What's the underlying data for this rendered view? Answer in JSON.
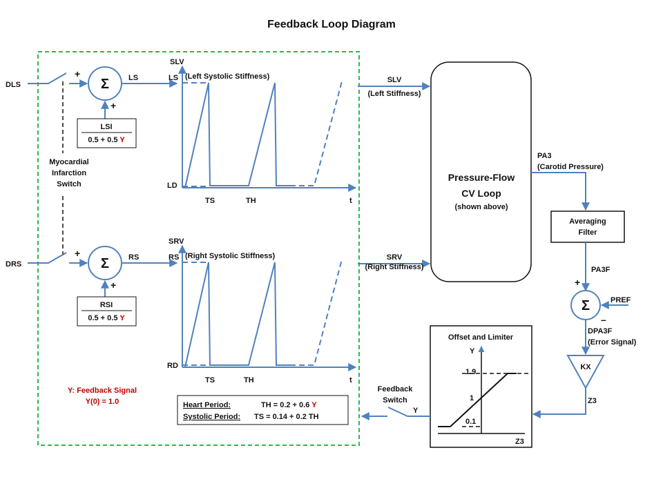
{
  "title": "Feedback Loop Diagram",
  "colors": {
    "line": "#4f81bd",
    "boundary": "#2db84a",
    "highlight": "#c00000"
  },
  "inputs": {
    "dls": "DLS",
    "drs": "DRS",
    "pref": "PREF"
  },
  "sum_symbol": "Σ",
  "plus": "+",
  "minus": "–",
  "left_branch": {
    "output_label": "LS",
    "gain_numerator": "LSI",
    "gain_denom_prefix": "0.5 + 0.5 ",
    "gain_denom_var": "Y"
  },
  "right_branch": {
    "output_label": "RS",
    "gain_numerator": "RSI",
    "gain_denom_prefix": "0.5 + 0.5 ",
    "gain_denom_var": "Y"
  },
  "switch_label": [
    "Myocardial",
    "Infarction",
    "Switch"
  ],
  "left_plot": {
    "y_axis": "SLV",
    "top_level": "LS",
    "top_caption": "(Left Systolic Stiffness)",
    "bottom_level": "LD",
    "x_ticks": [
      "TS",
      "TH"
    ],
    "x_axis": "t"
  },
  "right_plot": {
    "y_axis": "SRV",
    "top_level": "RS",
    "top_caption": "(Right Systolic Stiffness)",
    "bottom_level": "RD",
    "x_ticks": [
      "TS",
      "TH"
    ],
    "x_axis": "t"
  },
  "feedback_note": {
    "line1": "Y: Feedback Signal",
    "line2": "Y(0) = 1.0"
  },
  "period_box": {
    "heart_label": "Heart Period:",
    "heart_eq_prefix": "TH = 0.2 + 0.6 ",
    "heart_eq_var": "Y",
    "systolic_label": "Systolic Period:",
    "systolic_eq": "TS = 0.14 + 0.2 TH"
  },
  "slv_link": {
    "name": "SLV",
    "desc": "(Left Stiffness)"
  },
  "srv_link": {
    "name": "SRV",
    "desc": "(Right Stiffness)"
  },
  "cv_loop": {
    "line1": "Pressure-Flow",
    "line2": "CV Loop",
    "line3": "(shown above)"
  },
  "pa3": {
    "name": "PA3",
    "desc": "(Carotid Pressure)"
  },
  "filter": {
    "line1": "Averaging",
    "line2": "Filter"
  },
  "pa3f": "PA3F",
  "dpa3f": {
    "name": "DPA3F",
    "desc": "(Error Signal)"
  },
  "gain_kx": "KX",
  "z3": "Z3",
  "limiter": {
    "title": "Offset and Limiter",
    "y_axis": "Y",
    "x_axis": "Z3",
    "levels": [
      "1.9",
      "1",
      "0.1"
    ]
  },
  "feedback_switch": [
    "Feedback",
    "Switch"
  ],
  "y_out": "Y"
}
